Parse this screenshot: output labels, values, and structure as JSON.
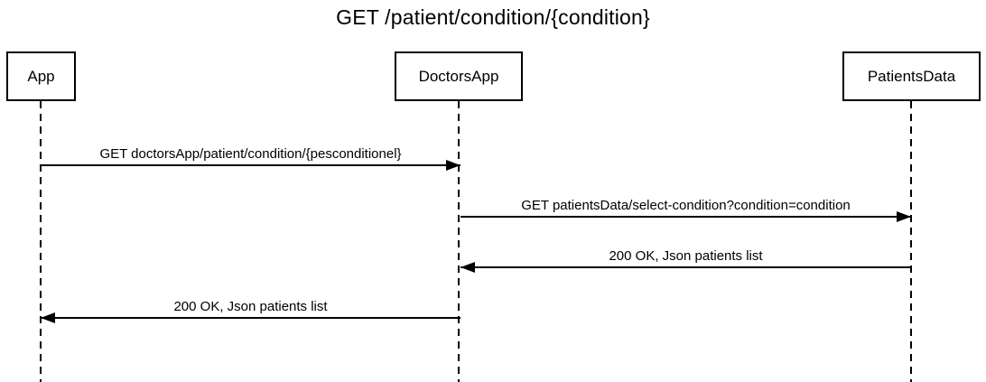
{
  "title": "GET /patient/condition/{condition}",
  "colors": {
    "stroke": "#000000",
    "text": "#000000",
    "background": "#ffffff"
  },
  "actors": [
    {
      "name": "App"
    },
    {
      "name": "DoctorsApp"
    },
    {
      "name": "PatientsData"
    }
  ],
  "messages": [
    {
      "label": "GET doctorsApp/patient/condition/{pesconditionel}",
      "from": "App",
      "to": "DoctorsApp",
      "direction": "right"
    },
    {
      "label": "GET patientsData/select-condition?condition=condition",
      "from": "DoctorsApp",
      "to": "PatientsData",
      "direction": "right"
    },
    {
      "label": "200 OK, Json patients list",
      "from": "PatientsData",
      "to": "DoctorsApp",
      "direction": "left"
    },
    {
      "label": "200 OK, Json patients list",
      "from": "DoctorsApp",
      "to": "App",
      "direction": "left"
    }
  ]
}
